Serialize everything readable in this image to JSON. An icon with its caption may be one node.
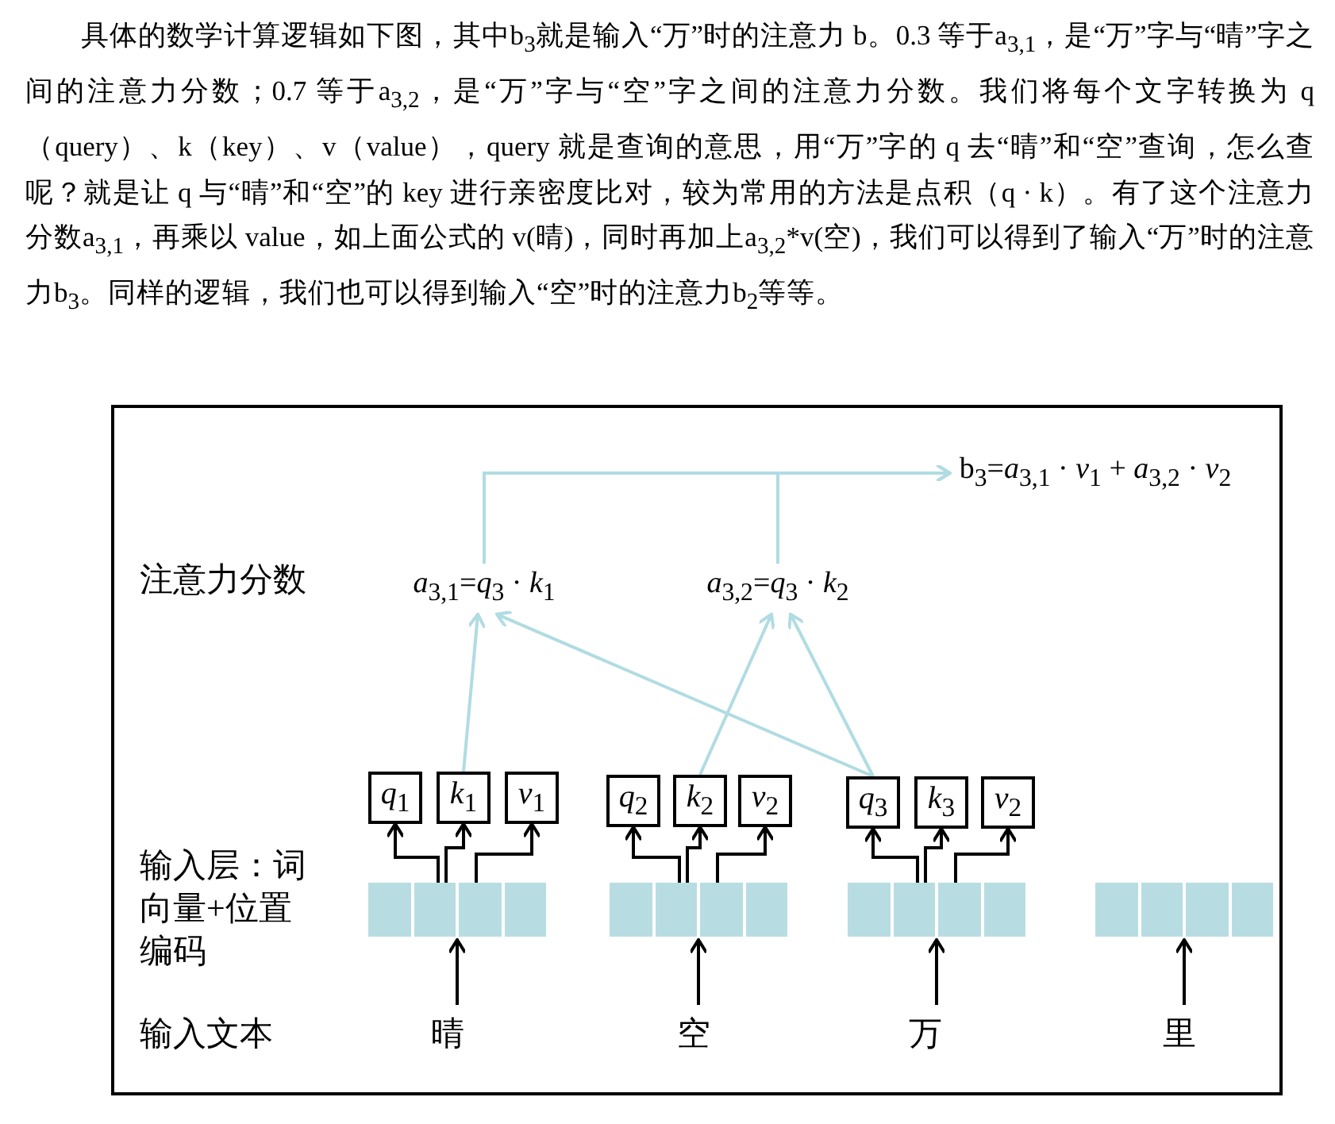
{
  "diagram": {
    "nodes": [
      {
        "text": [
          "b$_{3}$=*a*$_{3,1}$ · *v*$_{1}$ + *a*$_{3,2}$ · *v*$_{2}$"
        ]
      },
      {
        "text": [
          "*a*$_{3,1}$=*q*$_{3}$ · *k*$_{1}$"
        ]
      },
      {
        "text": [
          "*a*$_{3,2}$=*q*$_{3}$ · *k*$_{2}$"
        ]
      },
      {
        "text": [
          "*q*$_{1}$"
        ]
      },
      {
        "text": [
          "*k*$_{1}$"
        ]
      },
      {
        "text": [
          "*v*$_{1}$"
        ]
      },
      {
        "text": [
          "*q*$_{2}$"
        ]
      },
      {
        "text": [
          "*k*$_{2}$"
        ]
      },
      {
        "text": [
          "*v*$_{2}$"
        ]
      },
      {
        "text": [
          "*q*$_{3}$"
        ]
      },
      {
        "text": [
          "*k*$_{3}$"
        ]
      },
      {
        "text": [
          "*v*$_{2}$"
        ]
      },
      {
        "text": [],
        "shape": "bar"
      },
      {
        "text": [],
        "shape": "bar"
      },
      {
        "text": [],
        "shape": "bar"
      },
      {
        "text": [],
        "shape": "bar"
      },
      {
        "text": [
          "晴"
        ]
      },
      {
        "text": [
          "空"
        ]
      },
      {
        "text": [
          "万"
        ]
      },
      {
        "text": [
          "里"
        ]
      }
    ],
    "edges": [
      {
        "from": 1,
        "to": 0,
        "arrow": "to",
        "color": "#b0dce2"
      },
      {
        "from": 2,
        "to": 0,
        "arrow": "to",
        "color": "#b0dce2"
      },
      {
        "from": 4,
        "to": 1,
        "arrow": "to",
        "color": "#b0dce2"
      },
      {
        "from": 9,
        "to": 1,
        "arrow": "to",
        "color": "#b0dce2"
      },
      {
        "from": 7,
        "to": 2,
        "arrow": "to",
        "color": "#b0dce2"
      },
      {
        "from": 9,
        "to": 2,
        "arrow": "to",
        "color": "#b0dce2"
      },
      {
        "from": 12,
        "to": 3,
        "arrow": "to"
      },
      {
        "from": 12,
        "to": 4,
        "arrow": "to"
      },
      {
        "from": 12,
        "to": 5,
        "arrow": "to"
      },
      {
        "from": 13,
        "to": 6,
        "arrow": "to"
      },
      {
        "from": 13,
        "to": 7,
        "arrow": "to"
      },
      {
        "from": 13,
        "to": 8,
        "arrow": "to"
      },
      {
        "from": 14,
        "to": 9,
        "arrow": "to"
      },
      {
        "from": 14,
        "to": 10,
        "arrow": "to"
      },
      {
        "from": 14,
        "to": 11,
        "arrow": "to"
      },
      {
        "from": 16,
        "to": 12,
        "arrow": "to"
      },
      {
        "from": 17,
        "to": 13,
        "arrow": "to"
      },
      {
        "from": 18,
        "to": 14,
        "arrow": "to"
      },
      {
        "from": 19,
        "to": 15,
        "arrow": "to"
      }
    ],
    "labels": [
      "具体的数学计算逻辑如下图，其中b$_{3}$就是输入“万”时的注意力 b。0.3 等于a$_{3,1}$，是“万”字与“晴”字之间的注意力分数；0.7 等于a$_{3,2}$，是“万”字与“空”字之间的注意力分数。我们将每个文字转换为 q（query）、k（key）、v（value），query 就是查询的意思，用“万”字的 q 去“晴”和“空”查询，怎么查呢？就是让 q 与“晴”和“空”的 key 进行亲密度比对，较为常用的方法是点积（q · k）。有了这个注意力分数a$_{3,1}$，再乘以 value，如上面公式的 v(晴)，同时再加上a$_{3,2}$*v(空)，我们可以得到了输入“万”时的注意力b$_{3}$。同样的逻辑，我们也可以得到输入“空”时的注意力b$_{2}$等等。",
      "注意力分数",
      "输入层：词向量+位置编码",
      "输入文本"
    ]
  }
}
